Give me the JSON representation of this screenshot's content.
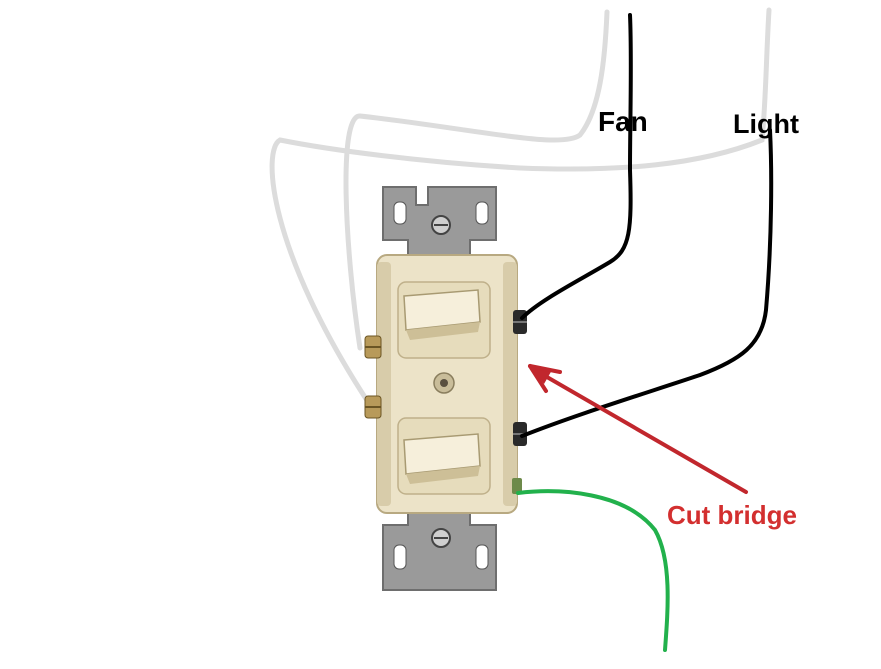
{
  "labels": {
    "fan": "Fan",
    "light": "Light",
    "cut_bridge": "Cut bridge"
  },
  "colors": {
    "background": "#ffffff",
    "black_wire": "#000000",
    "white_wire": "#dcdcdc",
    "ground_wire": "#22b14c",
    "arrow": "#c1272d",
    "cut_bridge_text": "#d32f2f",
    "switch_body": "#ece3c8",
    "switch_body_shade": "#d8ccaa",
    "metal_strap": "#9a9a9a",
    "metal_strap_dark": "#6e6e6e",
    "brass_screw": "#b89a5a"
  },
  "icons": {
    "device": "duplex-switch",
    "screw": "terminal-screw",
    "arrow": "arrow-pointer"
  }
}
